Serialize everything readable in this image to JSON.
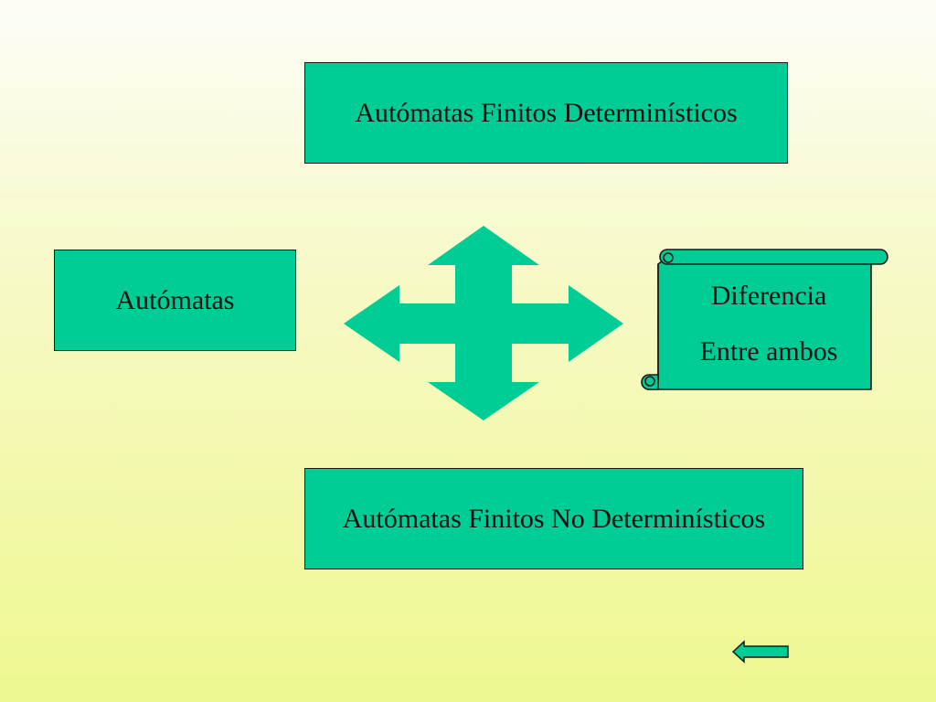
{
  "nodes": {
    "deterministic": "Autómatas Finitos Determinísticos",
    "automata": "Autómatas",
    "nondeterministic": "Autómatas Finitos No Determinísticos"
  },
  "scroll": {
    "line1": "Diferencia",
    "line2": "Entre ambos"
  },
  "colors": {
    "shape_fill": "#00cc96",
    "outline": "#1a1a1a"
  },
  "icons": {
    "center": "four-way-arrow-icon",
    "scroll": "scroll-banner-icon",
    "navigation": "back-arrow-icon"
  }
}
